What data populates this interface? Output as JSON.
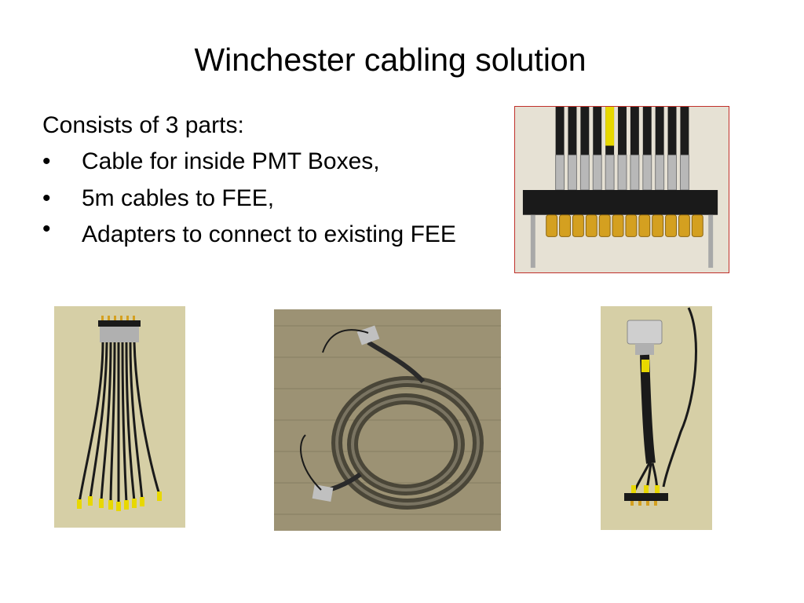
{
  "slide": {
    "title": "Winchester cabling solution",
    "intro": "Consists of 3 parts:",
    "bullets": [
      {
        "marker": "•",
        "text": "Cable for inside PMT Boxes,"
      },
      {
        "marker": "•",
        "text": "5m cables to FEE,"
      },
      {
        "marker": "•",
        "text": "Adapters to connect to existing FEE"
      }
    ]
  },
  "colors": {
    "background": "#ffffff",
    "photo_backdrop": "#d8cfa8",
    "carpet": "#9c9274",
    "cable_black": "#1a1a1a",
    "gold": "#d4a020",
    "yellow_tag": "#e8d800",
    "frame_red": "#c0302a"
  },
  "images": [
    {
      "name": "connector-closeup-photo",
      "icon": "bnc-connector-row"
    },
    {
      "name": "pmt-box-cable-photo",
      "icon": "cable-bundle"
    },
    {
      "name": "coiled-5m-cable-photo",
      "icon": "coiled-cable"
    },
    {
      "name": "adapter-cable-photo",
      "icon": "adapter-cable"
    }
  ]
}
